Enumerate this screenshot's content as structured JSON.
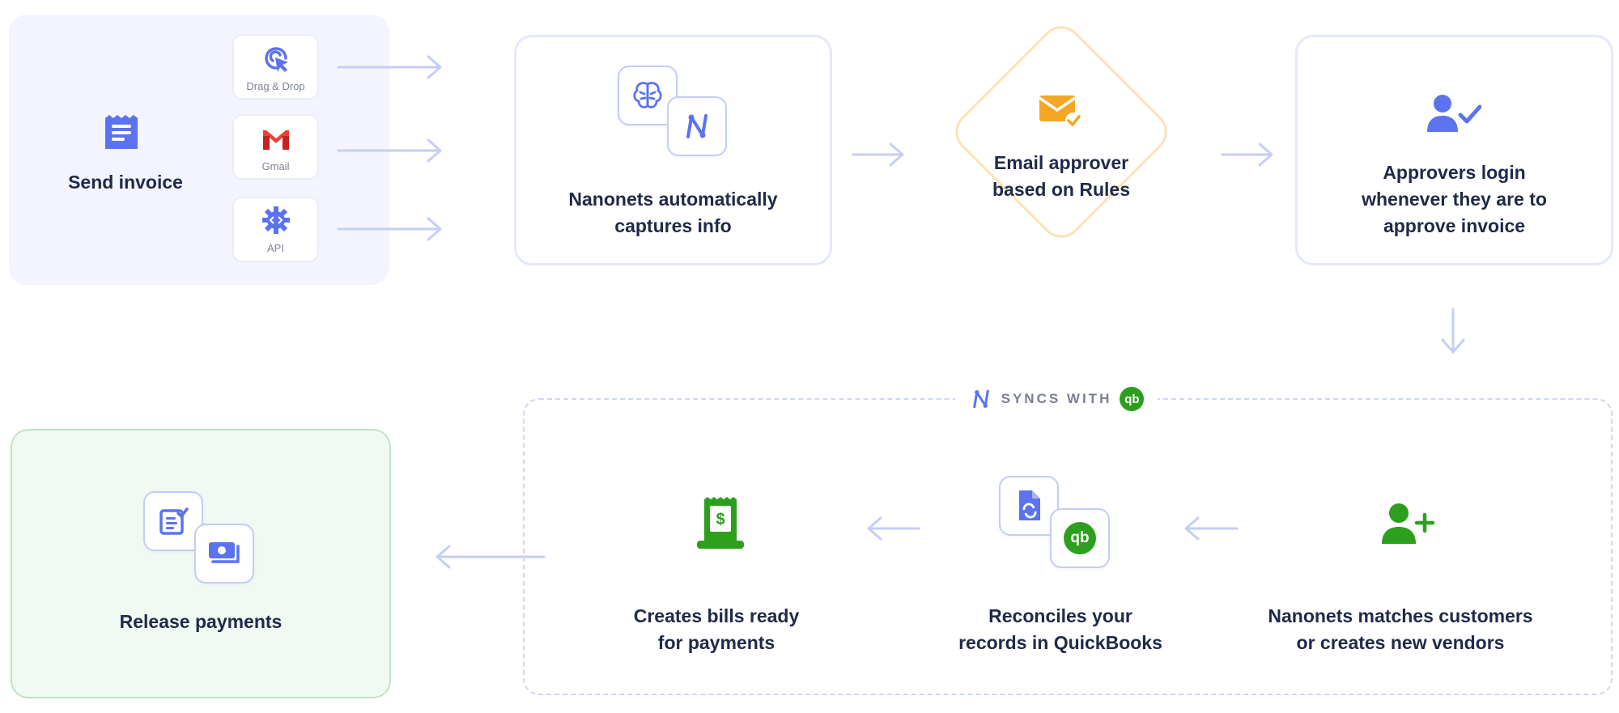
{
  "source": {
    "label": "Send invoice",
    "inputs": [
      {
        "label": "Drag & Drop",
        "icon": "pointer-click-icon"
      },
      {
        "label": "Gmail",
        "icon": "gmail-icon"
      },
      {
        "label": "API",
        "icon": "api-gear-icon"
      }
    ]
  },
  "steps": {
    "capture": "Nanonets automatically\ncaptures info",
    "email": "Email approver\nbased on Rules",
    "approve": "Approvers login\nwhenever they are to\napprove invoice",
    "match": "Nanonets matches customers\nor creates new vendors",
    "reconcile": "Reconciles your\nrecords in QuickBooks",
    "bills": "Creates bills ready\nfor payments",
    "release": "Release payments"
  },
  "sync": {
    "label": "SYNCS WITH",
    "badge": "qb"
  },
  "colors": {
    "accent_blue": "#5b73ee",
    "quickbooks_green": "#2ca01c",
    "email_orange": "#f5a623",
    "gmail_red": "#ea4335",
    "arrow": "#c5cef5"
  }
}
